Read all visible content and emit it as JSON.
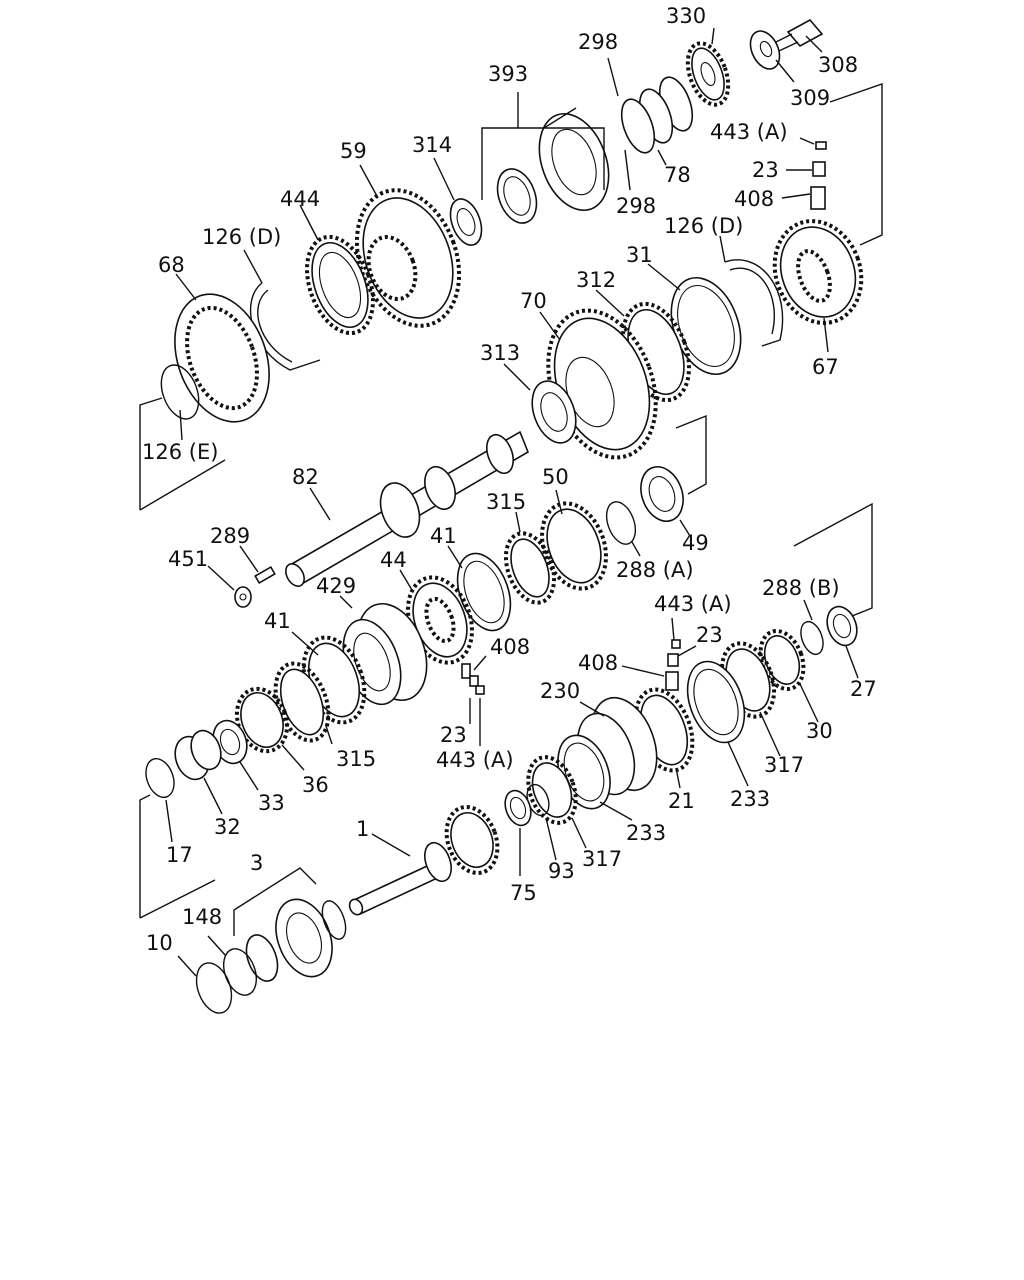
{
  "callouts": [
    {
      "id": "c330",
      "text": "330"
    },
    {
      "id": "c308",
      "text": "308"
    },
    {
      "id": "c298a",
      "text": "298"
    },
    {
      "id": "c309",
      "text": "309"
    },
    {
      "id": "c393",
      "text": "393"
    },
    {
      "id": "c443A-1",
      "text": "443 (A)"
    },
    {
      "id": "c59",
      "text": "59"
    },
    {
      "id": "c314",
      "text": "314"
    },
    {
      "id": "c23-1",
      "text": "23"
    },
    {
      "id": "c78",
      "text": "78"
    },
    {
      "id": "c408-1",
      "text": "408"
    },
    {
      "id": "c444",
      "text": "444"
    },
    {
      "id": "c298b",
      "text": "298"
    },
    {
      "id": "c126D-1",
      "text": "126 (D)"
    },
    {
      "id": "c126D-2",
      "text": "126 (D)"
    },
    {
      "id": "c68",
      "text": "68"
    },
    {
      "id": "c31",
      "text": "31"
    },
    {
      "id": "c312",
      "text": "312"
    },
    {
      "id": "c70",
      "text": "70"
    },
    {
      "id": "c313",
      "text": "313"
    },
    {
      "id": "c67",
      "text": "67"
    },
    {
      "id": "c126E",
      "text": "126 (E)"
    },
    {
      "id": "c82",
      "text": "82"
    },
    {
      "id": "c50",
      "text": "50"
    },
    {
      "id": "c315-1",
      "text": "315"
    },
    {
      "id": "c49",
      "text": "49"
    },
    {
      "id": "c289",
      "text": "289"
    },
    {
      "id": "c41-1",
      "text": "41"
    },
    {
      "id": "c451",
      "text": "451"
    },
    {
      "id": "c288A",
      "text": "288 (A)"
    },
    {
      "id": "c429",
      "text": "429"
    },
    {
      "id": "c44",
      "text": "44"
    },
    {
      "id": "c443A-2",
      "text": "443 (A)"
    },
    {
      "id": "c288B",
      "text": "288 (B)"
    },
    {
      "id": "c41-2",
      "text": "41"
    },
    {
      "id": "c23-2",
      "text": "23"
    },
    {
      "id": "c408-2",
      "text": "408"
    },
    {
      "id": "c408-3",
      "text": "408"
    },
    {
      "id": "c230",
      "text": "230"
    },
    {
      "id": "c27",
      "text": "27"
    },
    {
      "id": "c23-3",
      "text": "23"
    },
    {
      "id": "c315-2",
      "text": "315"
    },
    {
      "id": "c443A-3",
      "text": "443 (A)"
    },
    {
      "id": "c30",
      "text": "30"
    },
    {
      "id": "c36",
      "text": "36"
    },
    {
      "id": "c33",
      "text": "33"
    },
    {
      "id": "c317-1",
      "text": "317"
    },
    {
      "id": "c32",
      "text": "32"
    },
    {
      "id": "c21",
      "text": "21"
    },
    {
      "id": "c233-1",
      "text": "233"
    },
    {
      "id": "c233-2",
      "text": "233"
    },
    {
      "id": "c1",
      "text": "1"
    },
    {
      "id": "c17",
      "text": "17"
    },
    {
      "id": "c317-2",
      "text": "317"
    },
    {
      "id": "c93",
      "text": "93"
    },
    {
      "id": "c3",
      "text": "3"
    },
    {
      "id": "c75",
      "text": "75"
    },
    {
      "id": "c148",
      "text": "148"
    },
    {
      "id": "c10",
      "text": "10"
    }
  ]
}
